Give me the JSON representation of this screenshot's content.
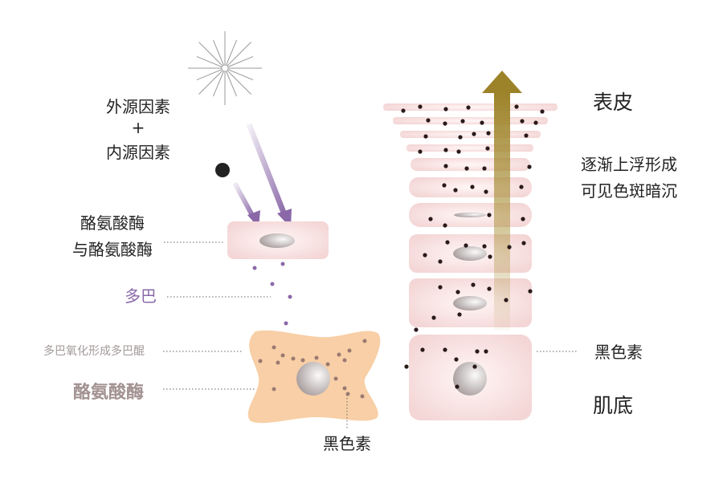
{
  "left": {
    "external": "外源因素",
    "plus": "+",
    "internal": "内源因素",
    "enzyme_line1": "酪氨酸酶",
    "enzyme_line2": "与酪氨酸酶",
    "dopa": "多巴",
    "dopaquinone": "多巴氧化形成多巴醌",
    "tyrosinase": "酪氨酸酶",
    "melanin": "黑色素"
  },
  "right": {
    "epidermis": "表皮",
    "desc_line1": "逐渐上浮形成",
    "desc_line2": "可见色斑暗沉",
    "melanin": "黑色素",
    "base": "肌底"
  },
  "colors": {
    "purple": "#8a68a8",
    "cell_pink": "#f6dcdc",
    "melanocyte": "#f8cfa6",
    "arrow_gold": "#a48a2e",
    "muted_label": "#a39999"
  }
}
